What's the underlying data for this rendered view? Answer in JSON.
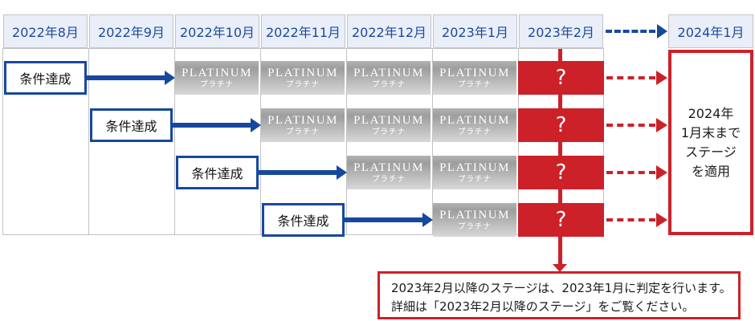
{
  "header": {
    "months": [
      "2022年8月",
      "2022年9月",
      "2022年10月",
      "2022年11月",
      "2022年12月",
      "2023年1月",
      "2023年2月"
    ],
    "future_month": "2024年1月"
  },
  "rows": [
    {
      "achieve_label": "条件達成",
      "achieve_month": "2022年8月",
      "badge_months": [
        "2022年10月",
        "2022年11月",
        "2022年12月",
        "2023年1月"
      ],
      "unknown": "?"
    },
    {
      "achieve_label": "条件達成",
      "achieve_month": "2022年9月",
      "badge_months": [
        "2022年11月",
        "2022年12月",
        "2023年1月"
      ],
      "unknown": "?"
    },
    {
      "achieve_label": "条件達成",
      "achieve_month": "2022年10月",
      "badge_months": [
        "2022年12月",
        "2023年1月"
      ],
      "unknown": "?"
    },
    {
      "achieve_label": "条件達成",
      "achieve_month": "2022年11月",
      "badge_months": [
        "2023年1月"
      ],
      "unknown": "?"
    }
  ],
  "badge": {
    "title": "PLATINUM",
    "subtitle": "プラチナ"
  },
  "stage_box": {
    "text": "2024年\n1月末まで\nステージ\nを適用"
  },
  "note": {
    "lines": [
      "2023年2月以降のステージは、2023年1月に判定を行います。",
      "詳細は「2023年2月以降のステージ」をご覧ください。"
    ]
  },
  "colors": {
    "red": "#cc2129",
    "blue": "#17489e",
    "header_bg": "#e9eef8",
    "header_text": "#1b4a9c",
    "grid_line": "#c3c3c3"
  }
}
